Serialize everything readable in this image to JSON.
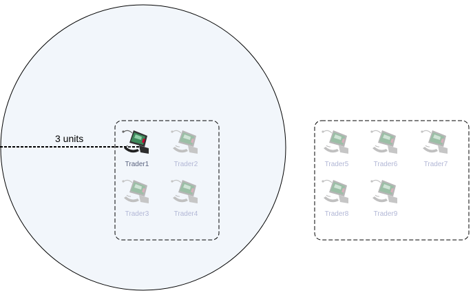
{
  "diagram": {
    "radius_label": "3 units",
    "groups": [
      {
        "traders": [
          {
            "label": "Trader1",
            "active": true
          },
          {
            "label": "Trader2",
            "active": false
          },
          {
            "label": "Trader3",
            "active": false
          },
          {
            "label": "Trader4",
            "active": false
          }
        ]
      },
      {
        "traders": [
          {
            "label": "Trader5",
            "active": false
          },
          {
            "label": "Trader6",
            "active": false
          },
          {
            "label": "Trader7",
            "active": false
          },
          {
            "label": "Trader8",
            "active": false
          },
          {
            "label": "Trader9",
            "active": false
          }
        ]
      }
    ],
    "colors": {
      "range_fill": "#f2f6fb",
      "outline": "#000000",
      "label_active": "#59627f",
      "label_inactive": "#b2b7d6"
    }
  }
}
